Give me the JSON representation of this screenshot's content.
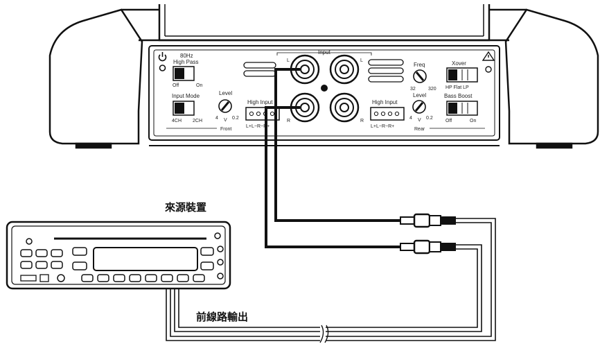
{
  "amplifier": {
    "power_icon": "power-icon",
    "warning_icon": "warning-triangle-icon",
    "hp80": "80Hz",
    "high_pass": "High Pass",
    "off": "Off",
    "on": "On",
    "input_mode": "Input Mode",
    "ch4": "4CH",
    "ch2": "2CH",
    "level": "Level",
    "lv_4": "4",
    "lv_v": "V",
    "lv_02": "0.2",
    "front": "Front",
    "high_input": "High Input",
    "high_input_pins": "L+L−R−R+",
    "input": "Input",
    "l": "L",
    "r": "R",
    "freq": "Freq",
    "f32": "32",
    "f320": "320",
    "xover": "Xover",
    "xover_modes": "HP  Flat  LP",
    "bass_boost": "Bass Boost",
    "rear": "Rear"
  },
  "source_device": {
    "label": "來源裝置"
  },
  "front_line_output": {
    "label": "前線路輸出"
  }
}
